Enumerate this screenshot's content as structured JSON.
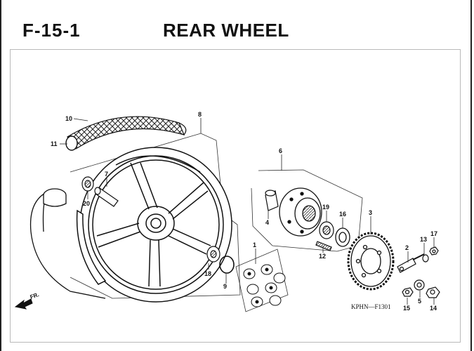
{
  "header": {
    "code": "F-15-1",
    "title": "REAR WHEEL"
  },
  "callouts": [
    {
      "id": "p10",
      "label": "10"
    },
    {
      "id": "p11",
      "label": "11"
    },
    {
      "id": "p8",
      "label": "8"
    },
    {
      "id": "p7",
      "label": "7"
    },
    {
      "id": "p20",
      "label": "20"
    },
    {
      "id": "p6",
      "label": "6"
    },
    {
      "id": "p4",
      "label": "4"
    },
    {
      "id": "p19",
      "label": "19"
    },
    {
      "id": "p16",
      "label": "16"
    },
    {
      "id": "p3",
      "label": "3"
    },
    {
      "id": "p12",
      "label": "12"
    },
    {
      "id": "p1",
      "label": "1"
    },
    {
      "id": "p18",
      "label": "18"
    },
    {
      "id": "p9",
      "label": "9"
    },
    {
      "id": "p2",
      "label": "2"
    },
    {
      "id": "p13",
      "label": "13"
    },
    {
      "id": "p17",
      "label": "17"
    },
    {
      "id": "p15",
      "label": "15"
    },
    {
      "id": "p5",
      "label": "5"
    },
    {
      "id": "p14",
      "label": "14"
    }
  ],
  "direction": "FR.",
  "reference": "KPHN—F1301",
  "icons": {
    "direction_arrow": "direction-arrow-icon"
  }
}
